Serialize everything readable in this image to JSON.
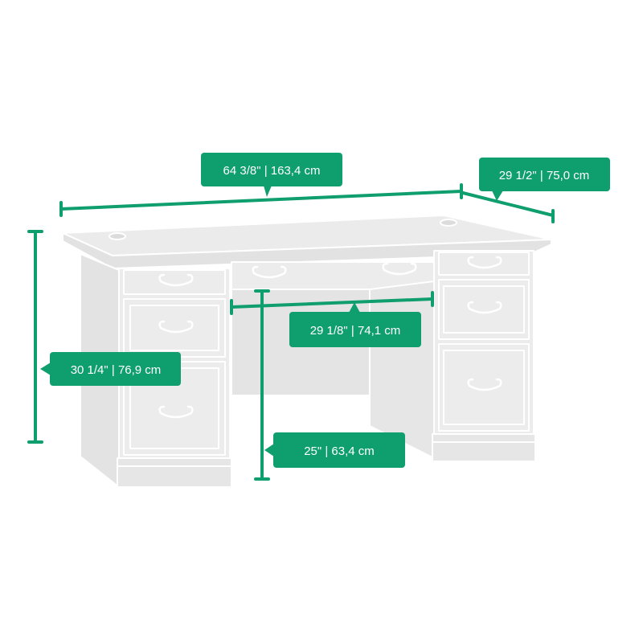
{
  "product": {
    "illustration": "executive-desk-line-drawing",
    "colors": {
      "accent": "#0f9e6e",
      "desk_fill": "#ececec",
      "desk_line": "#ffffff",
      "desk_shadow": "#d8d8d8"
    }
  },
  "dimensions": {
    "width": {
      "label": "64 3/8\" | 163,4 cm"
    },
    "depth": {
      "label": "29 1/2\" | 75,0 cm"
    },
    "height": {
      "label": "30 1/4\" | 76,9 cm"
    },
    "knee_width": {
      "label": "29 1/8\" | 74,1 cm"
    },
    "knee_height": {
      "label": "25\" | 63,4 cm"
    }
  }
}
